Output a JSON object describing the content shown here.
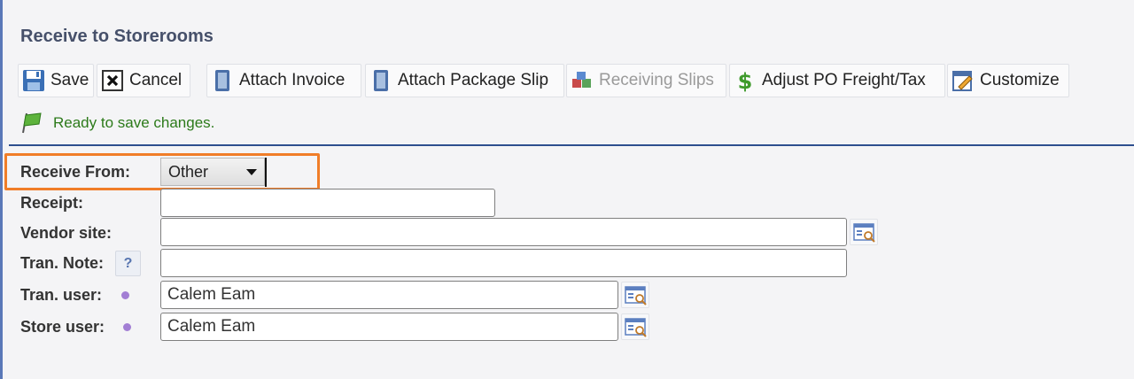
{
  "page": {
    "title": "Receive to Storerooms"
  },
  "toolbar": {
    "save_label": "Save",
    "cancel_label": "Cancel",
    "attach_invoice_label": "Attach Invoice",
    "attach_package_slip_label": "Attach Package Slip",
    "receiving_slips_label": "Receiving Slips",
    "adjust_po_label": "Adjust PO Freight/Tax",
    "customize_label": "Customize"
  },
  "status": {
    "text": "Ready to save changes."
  },
  "form": {
    "receive_from": {
      "label": "Receive From:",
      "value": "Other"
    },
    "receipt": {
      "label": "Receipt:",
      "value": ""
    },
    "vendor_site": {
      "label": "Vendor site:",
      "value": ""
    },
    "tran_note": {
      "label": "Tran. Note:",
      "value": "",
      "help": "?"
    },
    "tran_user": {
      "label": "Tran. user:",
      "value": "Calem Eam"
    },
    "store_user": {
      "label": "Store user:",
      "value": "Calem Eam"
    }
  },
  "colors": {
    "accent_blue": "#2e4f8f",
    "status_green": "#2c7a1a",
    "highlight_orange": "#f07d28",
    "required_dot": "#a27ed4"
  },
  "icons": {
    "save": "floppy-disk-icon",
    "cancel": "x-box-icon",
    "attach_invoice": "document-icon",
    "attach_package_slip": "document-icon",
    "receiving_slips": "boxes-icon",
    "adjust_po": "dollar-icon",
    "customize": "edit-form-icon",
    "status": "flag-icon",
    "lookup": "lookup-list-icon"
  }
}
